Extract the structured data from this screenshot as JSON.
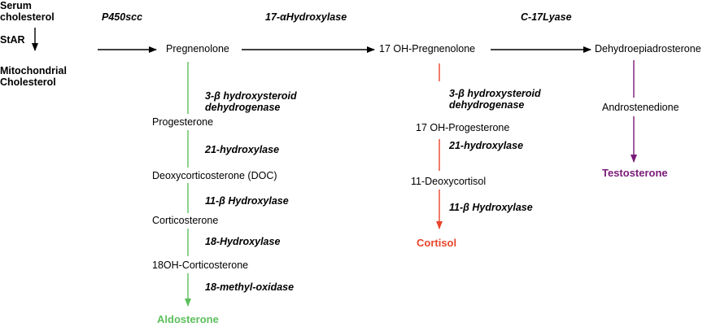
{
  "labels": {
    "serum_cholesterol": "Serum\ncholesterol",
    "star": "StAR",
    "mito_cholesterol": "Mitochondrial\nCholesterol",
    "pregnenolone": "Pregnenolone",
    "oh_pregnenolone": "17 OH-Pregnenolone",
    "dhea": "Dehydroepiadrosterone",
    "progesterone": "Progesterone",
    "doc": "Deoxycorticosterone (DOC)",
    "corticosterone": "Corticosterone",
    "oh_corticosterone": "18OH-Corticosterone",
    "aldosterone": "Aldosterone",
    "oh_progesterone": "17 OH-Progesterone",
    "deoxycortisol": "11-Deoxycortisol",
    "cortisol": "Cortisol",
    "androstenedione": "Androstenedione",
    "testosterone": "Testosterone"
  },
  "enzymes": {
    "p450scc": "P450scc",
    "hydroxylase17a": "17-αHydroxylase",
    "c17lyase": "C-17Lyase",
    "hsd_left": "3-β hydroxysteroid\ndehydrogenase",
    "hyd21_left": "21-hydroxylase",
    "hyd11_left": "11-β Hydroxylase",
    "hyd18": "18-Hydroxylase",
    "methyl_oxidase": "18-methyl-oxidase",
    "hsd_mid": "3-β hydroxysteroid\ndehydrogenase",
    "hyd21_mid": "21-hydroxylase",
    "hyd11_mid": "11-β Hydroxylase"
  },
  "colors": {
    "mineralocorticoid": "#5cbf5c",
    "glucocorticoid": "#e8452c",
    "androgen": "#7a1a78",
    "main": "#000000"
  }
}
